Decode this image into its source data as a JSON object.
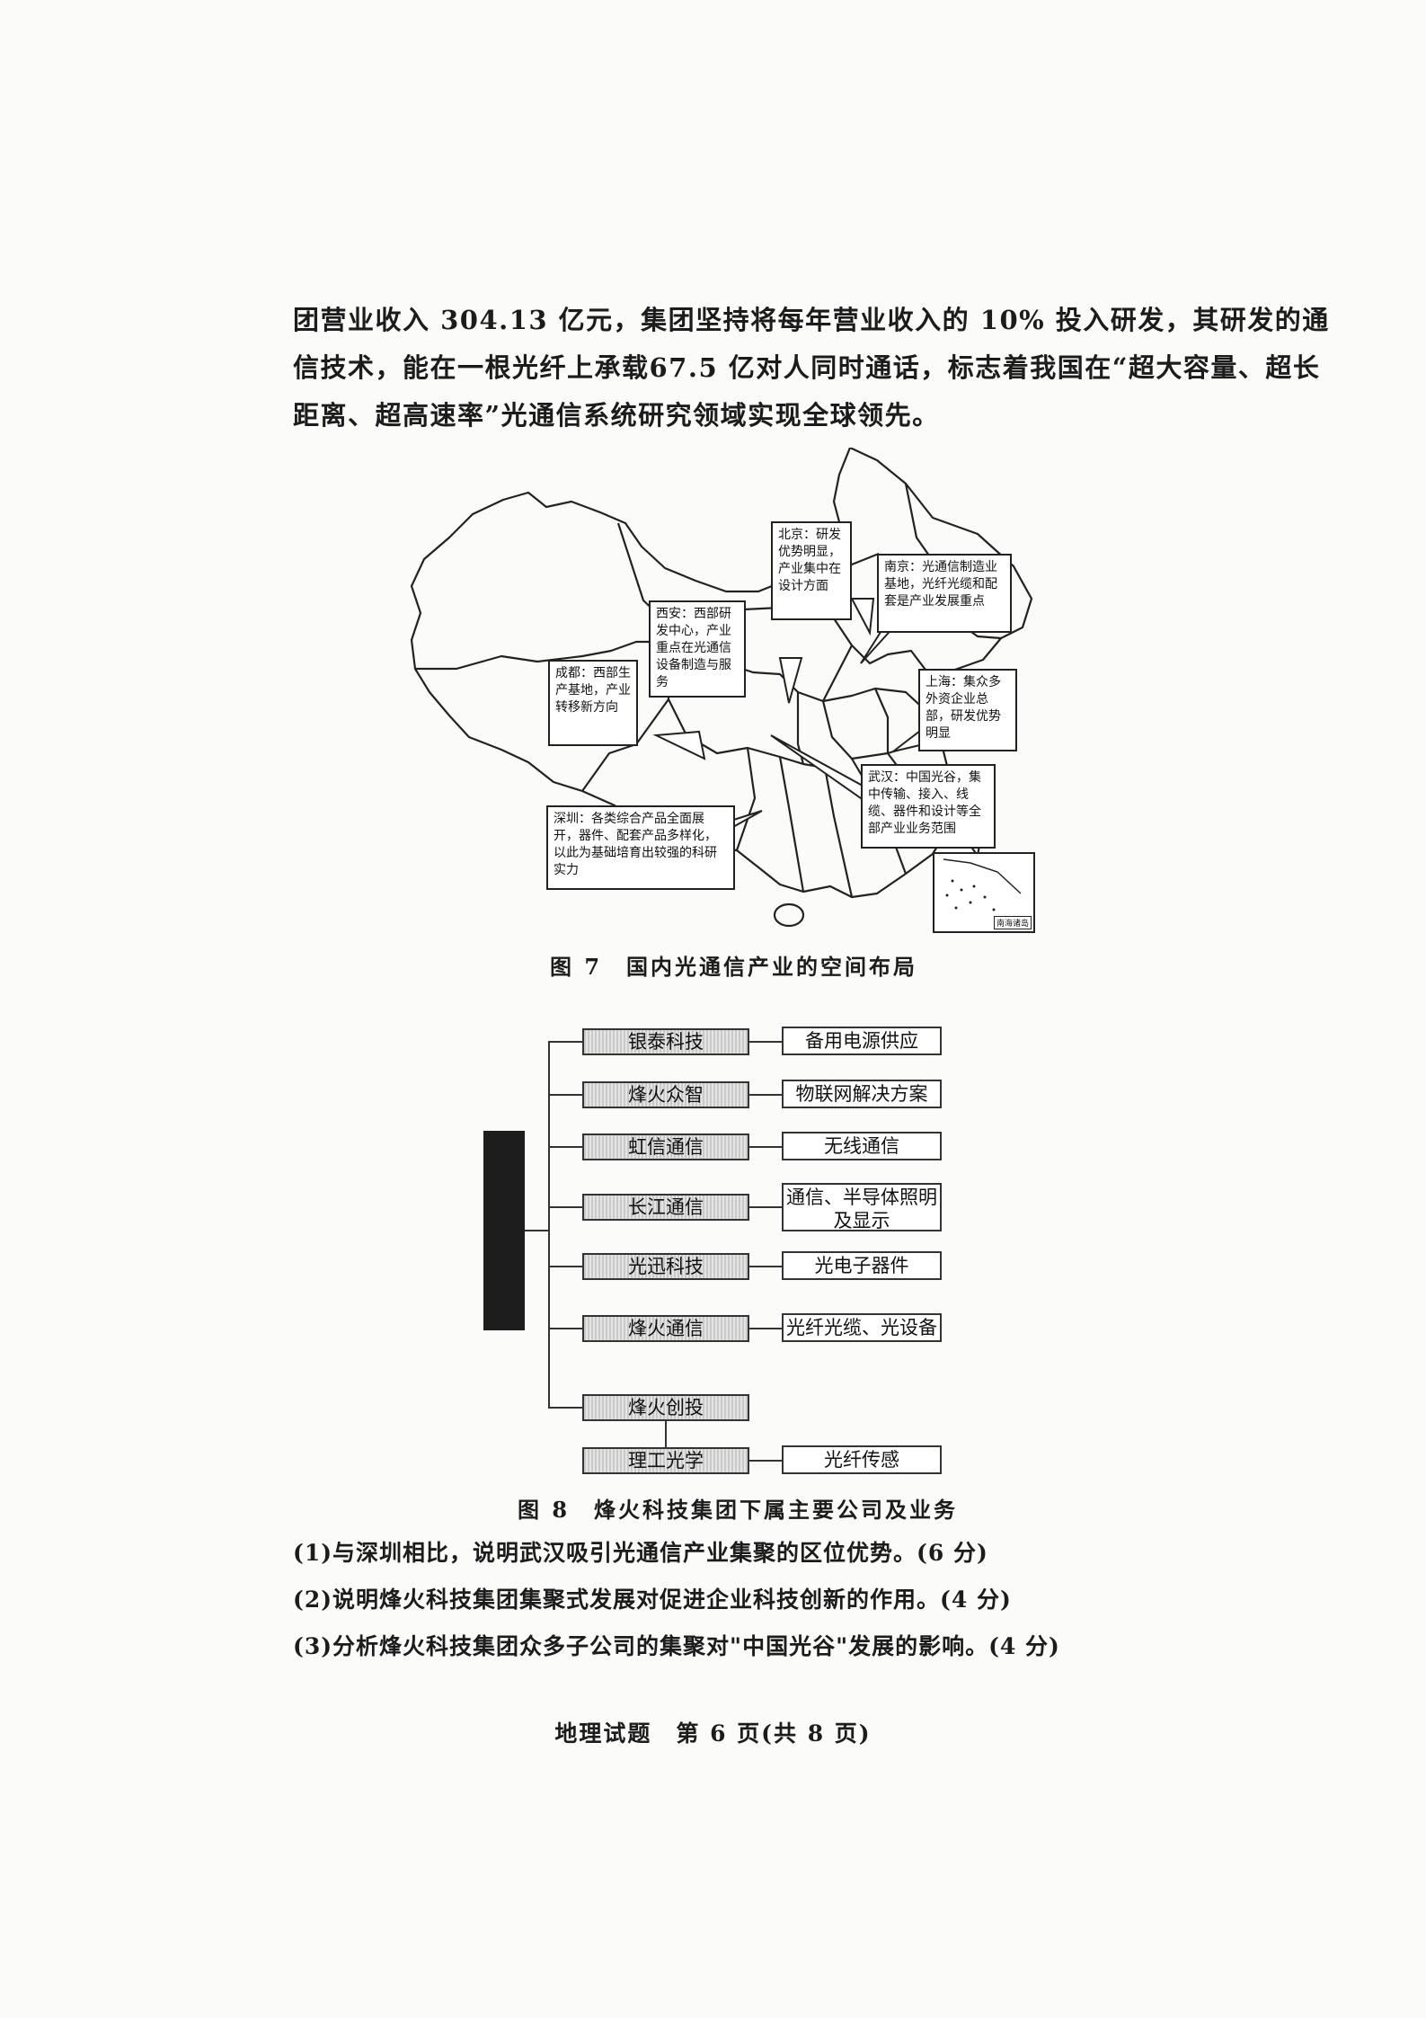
{
  "intro": {
    "line1": "团营业收入 304.13 亿元，集团坚持将每年营业收入的 10% 投入研发，其研发的通",
    "line2": "信技术，能在一根光纤上承载67.5 亿对人同时通话，标志着我国在“超大容量、超长",
    "line3": "距离、超高速率”光通信系统研究领域实现全球领先。"
  },
  "figure7": {
    "caption": "图 7　国内光通信产业的空间布局",
    "callouts": {
      "beijing": "北京：研发优势明显，产业集中在设计方面",
      "nanjing": "南京：光通信制造业基地，光纤光缆和配套是产业发展重点",
      "xian": "西安：西部研发中心，产业重点在光通信设备制造与服务",
      "chengdu": "成都：西部生产基地，产业转移新方向",
      "shanghai": "上海：集众多外资企业总部，研发优势明显",
      "wuhan": "武汉：中国光谷，集中传输、接入、线缆、器件和设计等全部产业业务范围",
      "shenzhen": "深圳：各类综合产品全面展开，器件、配套产品多样化，以此为基础培育出较强的科研实力"
    },
    "inset_label": "南海诸岛"
  },
  "figure8": {
    "caption": "图 8　烽火科技集团下属主要公司及业务",
    "companies": [
      {
        "name": "银泰科技",
        "business": "备用电源供应"
      },
      {
        "name": "烽火众智",
        "business": "物联网解决方案"
      },
      {
        "name": "虹信通信",
        "business": "无线通信"
      },
      {
        "name": "长江通信",
        "business": "通信、半导体照明及显示"
      },
      {
        "name": "光迅科技",
        "business": "光电子器件"
      },
      {
        "name": "烽火通信",
        "business": "光纤光缆、光设备"
      },
      {
        "name": "烽火创投",
        "business": ""
      },
      {
        "name": "理工光学",
        "business": "光纤传感"
      }
    ]
  },
  "questions": {
    "q1": "(1)与深圳相比，说明武汉吸引光通信产业集聚的区位优势。(6 分)",
    "q2": "(2)说明烽火科技集团集聚式发展对促进企业科技创新的作用。(4 分)",
    "q3": "(3)分析烽火科技集团众多子公司的集聚对\"中国光谷\"发展的影响。(4 分)"
  },
  "footer": "地理试题　第 6 页(共 8 页)"
}
